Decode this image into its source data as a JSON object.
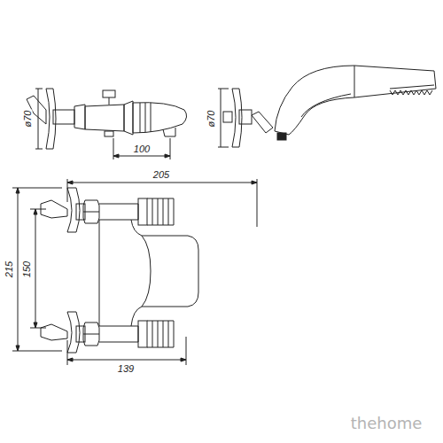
{
  "diagram": {
    "labels": [
      "ø70",
      "100",
      "ø70",
      "205",
      "215",
      "150",
      "139",
      "thehome"
    ]
  }
}
